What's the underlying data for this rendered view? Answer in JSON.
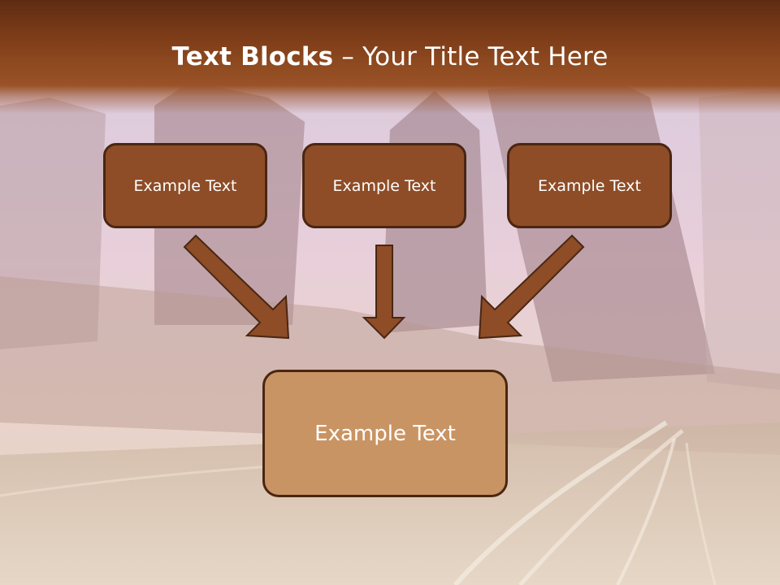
{
  "slide": {
    "title_bold": "Text Blocks",
    "title_separator": " – ",
    "title_rest": "Your Title Text Here"
  },
  "blocks": {
    "top_left": "Example Text",
    "top_center": "Example Text",
    "top_right": "Example Text",
    "bottom_main": "Example Text"
  },
  "colors": {
    "title_bar": "#8f4a20",
    "block_fill": "#8e4d27",
    "block_border": "#4a2612",
    "main_block_fill": "#c99463",
    "arrow_fill": "#8e4d27"
  }
}
